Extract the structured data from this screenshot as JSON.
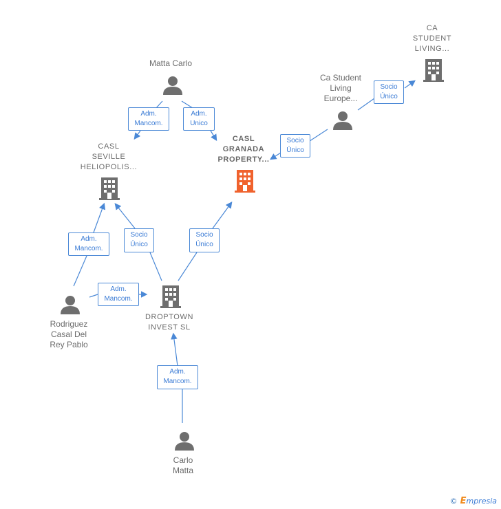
{
  "nodes": {
    "ca_student_living": {
      "label": "CA\nSTUDENT\nLIVING...",
      "type": "company"
    },
    "matta_carlo": {
      "label": "Matta Carlo",
      "type": "person"
    },
    "ca_student_living_europe": {
      "label": "Ca Student\nLiving\nEurope...",
      "type": "person"
    },
    "casl_seville": {
      "label": "CASL\nSEVILLE\nHELIOPOLIS...",
      "type": "company"
    },
    "casl_granada": {
      "label": "CASL\nGRANADA\nPROPERTY...",
      "type": "company",
      "focus": true
    },
    "rodriguez": {
      "label": "Rodriguez\nCasal Del\nRey Pablo",
      "type": "person"
    },
    "droptown": {
      "label": "DROPTOWN\nINVEST  SL",
      "type": "company"
    },
    "carlo_matta": {
      "label": "Carlo\nMatta",
      "type": "person"
    }
  },
  "edges": [
    {
      "label": "Adm.\nMancom."
    },
    {
      "label": "Adm.\nUnico"
    },
    {
      "label": "Socio\nÚnico"
    },
    {
      "label": "Socio\nÚnico"
    },
    {
      "label": "Adm.\nMancom."
    },
    {
      "label": "Socio\nÚnico"
    },
    {
      "label": "Socio\nÚnico"
    },
    {
      "label": "Adm.\nMancom."
    },
    {
      "label": "Adm.\nMancom."
    }
  ],
  "colors": {
    "edge": "#4a88d6",
    "node": "#6e6e6e",
    "focus": "#f0622d"
  },
  "footer": {
    "copyright": "©",
    "brand_first": "E",
    "brand_rest": "mpresia"
  }
}
